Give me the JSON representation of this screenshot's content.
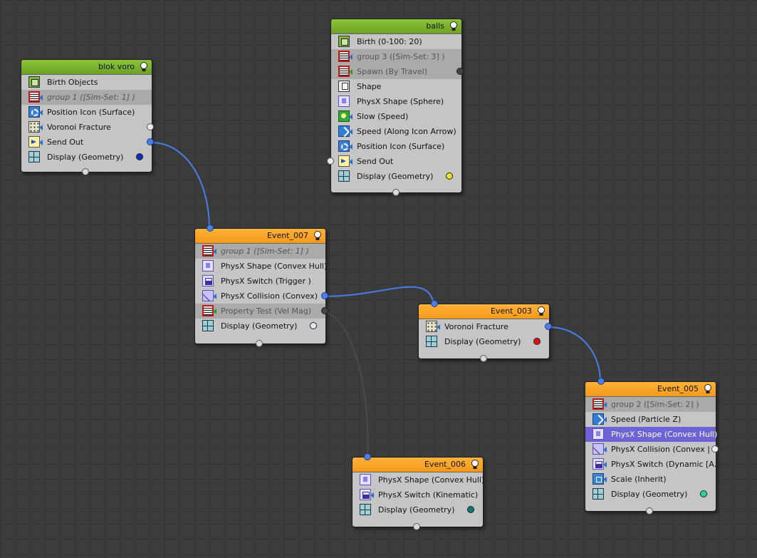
{
  "nodes": {
    "blok_voro": {
      "title": "blok voro",
      "rows": [
        "Birth Objects",
        "group 1 ([Sim-Set: 1] )",
        "Position Icon (Surface)",
        "Voronoi Fracture",
        "Send Out",
        "Display (Geometry)"
      ],
      "display_color": "#0b2fb8"
    },
    "balls": {
      "title": "balls",
      "rows": [
        "Birth (0-100: 20)",
        "group 3 ([Sim-Set: 3] )",
        "Spawn (By Travel)",
        "Shape",
        "PhysX Shape (Sphere)",
        "Slow (Speed)",
        "Speed (Along Icon Arrow)",
        "Position Icon (Surface)",
        "Send Out",
        "Display (Geometry)"
      ],
      "display_color": "#f0e020"
    },
    "event_007": {
      "title": "Event_007",
      "rows": [
        "group 1 ([Sim-Set: 1] )",
        "PhysX Shape (Convex Hull)",
        "PhysX Switch (Trigger )",
        "PhysX Collision (Convex)",
        "Property Test (Vel Mag)",
        "Display (Geometry)"
      ],
      "display_color": "#e6e6f5"
    },
    "event_003": {
      "title": "Event_003",
      "rows": [
        "Voronoi Fracture",
        "Display (Geometry)"
      ],
      "display_color": "#e01010"
    },
    "event_005": {
      "title": "Event_005",
      "rows": [
        "group 2 ([Sim-Set: 2] )",
        "Speed (Particle Z)",
        "PhysX Shape (Convex Hull)",
        "PhysX Collision (Convex | ...",
        "PhysX Switch (Dynamic [A...",
        "Scale (Inherit)",
        "Display (Geometry)"
      ],
      "display_color": "#20d890"
    },
    "event_006": {
      "title": "Event_006",
      "rows": [
        "PhysX Shape (Convex Hull)",
        "PhysX Switch (Kinematic)",
        "Display (Geometry)"
      ],
      "display_color": "#127878"
    }
  },
  "colors": {
    "header_green": "#7ab32e",
    "header_orange": "#f9a428",
    "wire_blue": "#4a7ee6",
    "wire_gray": "#4a4a4a",
    "selected_row": "#6d62d6"
  }
}
